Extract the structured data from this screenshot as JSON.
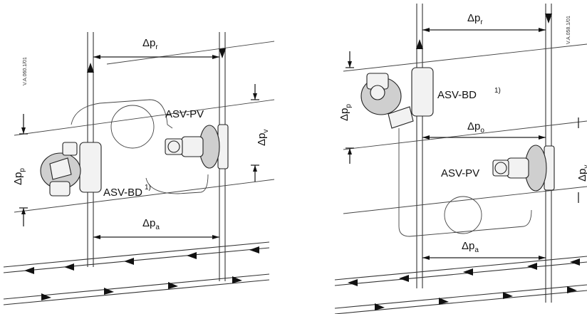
{
  "left_diagram": {
    "code": "V.A.060.1/01",
    "delta": "Δp",
    "sub_r": "r",
    "sub_v": "v",
    "sub_p": "p",
    "sub_a": "a",
    "valve_pv": "ASV-PV",
    "valve_bd": "ASV-BD",
    "footnote": "1)"
  },
  "right_diagram": {
    "code": "V.A.058.1/01",
    "delta": "Δp",
    "sub_r": "r",
    "sub_o": "o",
    "sub_p": "p",
    "sub_a": "a",
    "sub_v": "v",
    "valve_pv": "ASV-PV",
    "valve_bd": "ASV-BD",
    "footnote": "1)"
  }
}
